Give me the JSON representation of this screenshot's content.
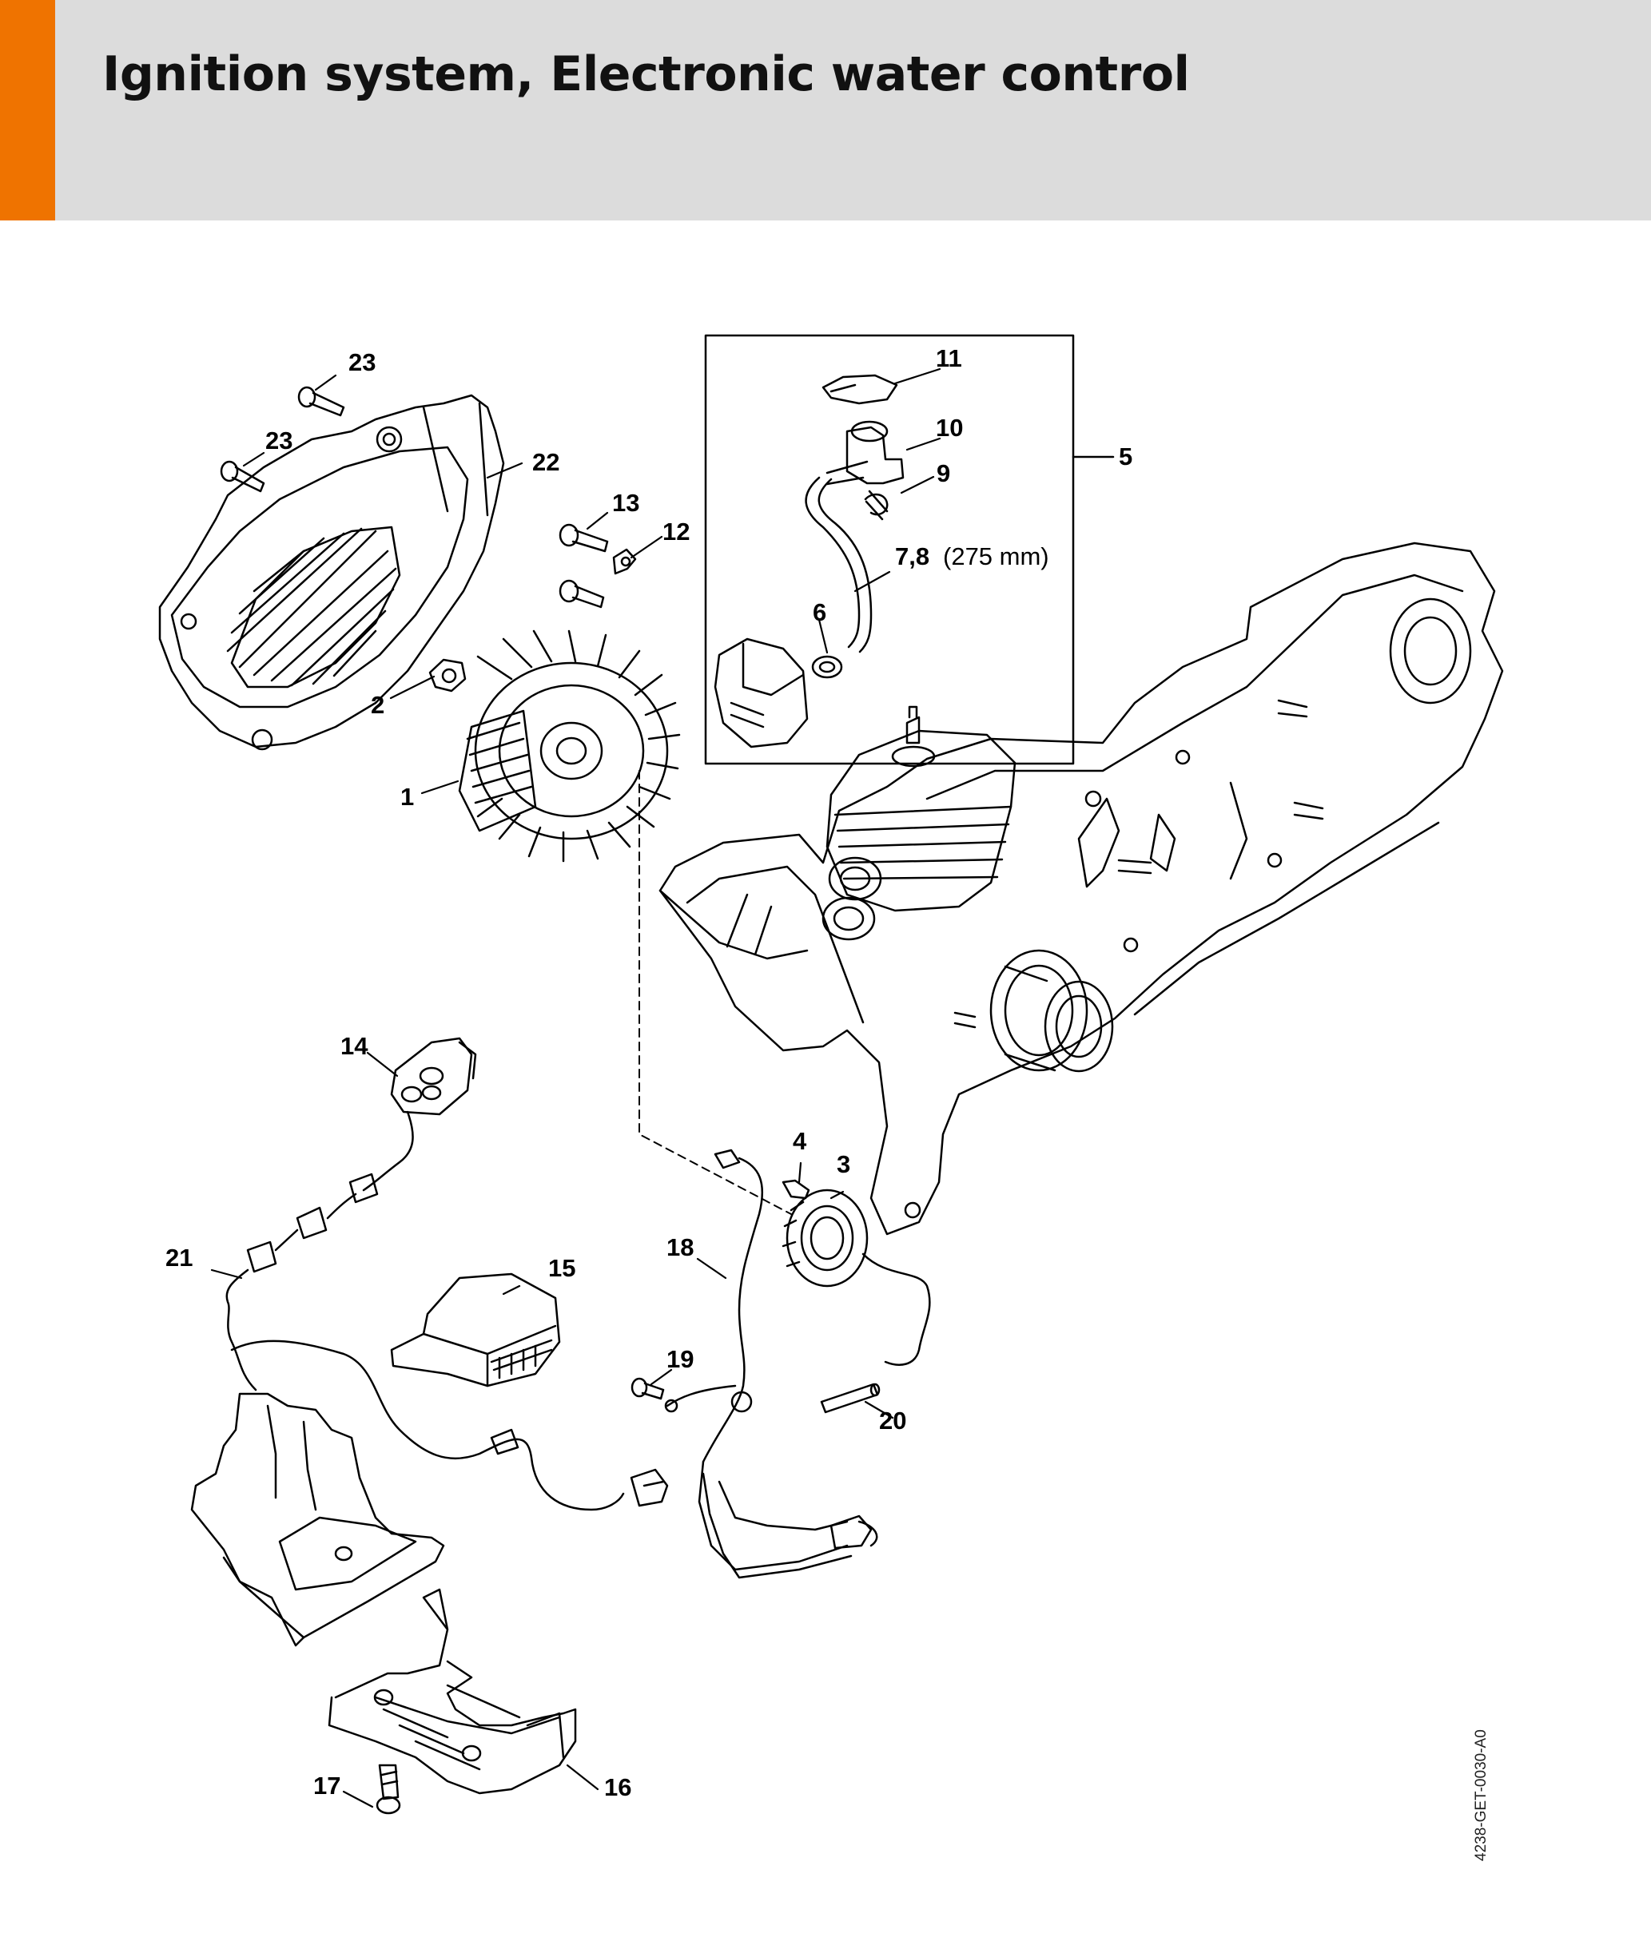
{
  "header": {
    "title": "Ignition system, Electronic water control",
    "accent_color": "#ef7300",
    "background_color": "#dcdcdc"
  },
  "callouts": {
    "c1": "1",
    "c2": "2",
    "c3": "3",
    "c4": "4",
    "c5": "5",
    "c6": "6",
    "c7_8": "7,8",
    "c7_8_note": "(275 mm)",
    "c9": "9",
    "c10": "10",
    "c11": "11",
    "c12": "12",
    "c13": "13",
    "c14": "14",
    "c15": "15",
    "c16": "16",
    "c17": "17",
    "c18": "18",
    "c19": "19",
    "c20": "20",
    "c21": "21",
    "c22": "22",
    "c23a": "23",
    "c23b": "23"
  },
  "document_code": "4238-GET-0030-A0"
}
